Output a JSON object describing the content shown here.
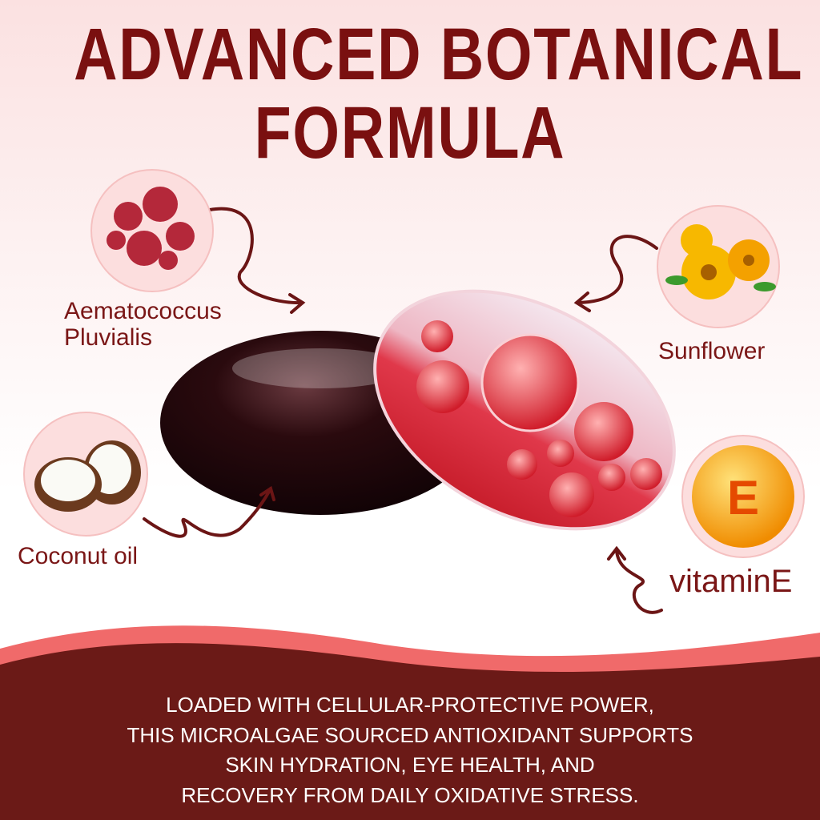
{
  "title": {
    "line1": "ADVANCED BOTANICAL",
    "line2": "FORMULA"
  },
  "ingredients": [
    {
      "label_line1": "Aematococcus",
      "label_line2": "Pluvialis",
      "icon": "red-algae-icon"
    },
    {
      "label_line1": "Sunflower",
      "icon": "sunflower-icon"
    },
    {
      "label_line1": "Coconut oil",
      "icon": "coconut-icon"
    },
    {
      "label_line1": "vitaminE",
      "icon": "vitamin-e-icon",
      "badge_letter": "E"
    }
  ],
  "description": {
    "lines": [
      "LOADED WITH CELLULAR-PROTECTIVE POWER,",
      "THIS MICROALGAE SOURCED ANTIOXIDANT SUPPORTS",
      "SKIN HYDRATION, EYE HEALTH, AND",
      "RECOVERY FROM DAILY OXIDATIVE STRESS."
    ]
  },
  "colors": {
    "title": "#7a1010",
    "band": "#6b1a17",
    "wave": "#f06a6a",
    "label": "#7a1616"
  }
}
